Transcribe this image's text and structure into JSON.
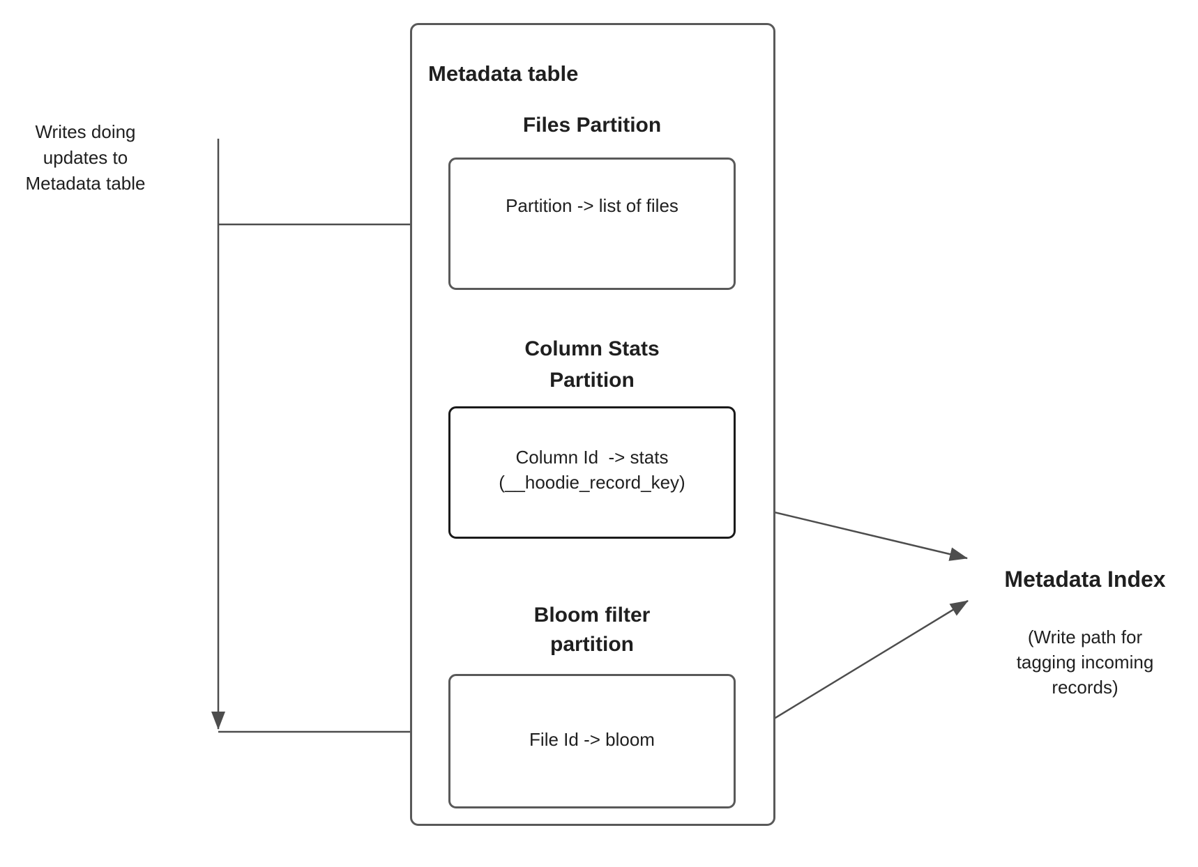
{
  "labels": {
    "writes_note": "Writes doing\nupdates to\nMetadata table"
  },
  "metadata_table": {
    "title": "Metadata table",
    "files_partition": {
      "heading": "Files Partition",
      "body": "Partition -> list of files"
    },
    "column_stats_partition": {
      "heading": "Column Stats\nPartition",
      "body": "Column Id  -> stats\n(__hoodie_record_key)"
    },
    "bloom_filter_partition": {
      "heading": "Bloom filter\npartition",
      "body": "File Id -> bloom"
    }
  },
  "metadata_index": {
    "title": "Metadata Index",
    "subtitle": "(Write path for\ntagging incoming\nrecords)"
  },
  "colors": {
    "background": "#ffffff",
    "box_border": "#595959",
    "emphasis_box_border": "#1a1a1a",
    "connector": "#4d4d4d",
    "text": "#1f1f1f"
  }
}
